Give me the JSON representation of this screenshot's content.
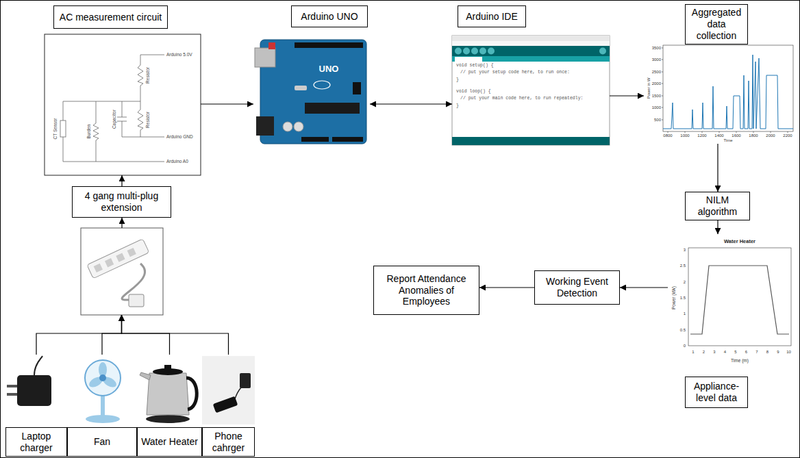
{
  "diagram": {
    "nodes": [
      {
        "text": [
          "AC measurement circuit"
        ]
      },
      {
        "text": [
          "Arduino UNO"
        ]
      },
      {
        "text": [
          "Arduino IDE"
        ]
      },
      {
        "text": [
          "Aggregated data collection"
        ]
      },
      {
        "text": [
          "NILM algorithm"
        ]
      },
      {
        "text": [
          "Appliance-level data"
        ]
      },
      {
        "text": [
          "Working Event Detection"
        ]
      },
      {
        "text": [
          "Report Attendance Anomalies of Employees"
        ]
      },
      {
        "text": [
          "4 gang multi-plug extension"
        ]
      },
      {
        "text": [
          "Laptop charger"
        ]
      },
      {
        "text": [
          "Fan"
        ]
      },
      {
        "text": [
          "Water Heater"
        ]
      },
      {
        "text": [
          "Phone cahrger"
        ]
      }
    ],
    "edges": [
      {
        "from": 8,
        "to": 0,
        "arrow": "to"
      },
      {
        "from": 0,
        "to": 1,
        "arrow": "to"
      },
      {
        "from": 1,
        "to": 2,
        "arrow": "both"
      },
      {
        "from": 2,
        "to": 3,
        "arrow": "to"
      },
      {
        "from": 3,
        "to": 4,
        "arrow": "to"
      },
      {
        "from": 4,
        "to": 5,
        "arrow": "to"
      },
      {
        "from": 5,
        "to": 6,
        "arrow": "to"
      },
      {
        "from": 6,
        "to": 7,
        "arrow": "to"
      },
      {
        "from": 9,
        "to": 8,
        "arrow": "to"
      },
      {
        "from": 10,
        "to": 8,
        "arrow": "to"
      },
      {
        "from": 11,
        "to": 8,
        "arrow": "to"
      },
      {
        "from": 12,
        "to": 8,
        "arrow": "to"
      }
    ],
    "labels": [
      "Arduino 5.0V",
      "Arduino GND",
      "Arduino A0",
      "CT Sensor",
      "Burden",
      "Capacitor",
      "Resistor",
      "Resistor",
      "UNO",
      "void setup() {",
      "// put your setup code here, to run once:",
      "}",
      "void loop() {",
      "// put your main code here, to run repeatedly:",
      "}",
      "Power in W",
      "Time",
      "3500",
      "3000",
      "2500",
      "2000",
      "1500",
      "1000",
      "500",
      "0800",
      "1000",
      "1200",
      "1400",
      "1600",
      "1800",
      "2000",
      "2200",
      "Water Heater",
      "Power (kW)",
      "Time (m)",
      "3",
      "2.5",
      "2",
      "1.5",
      "1",
      "0.5",
      "0",
      "1",
      "2",
      "3",
      "4",
      "5",
      "6",
      "7",
      "8",
      "9",
      "10"
    ]
  }
}
